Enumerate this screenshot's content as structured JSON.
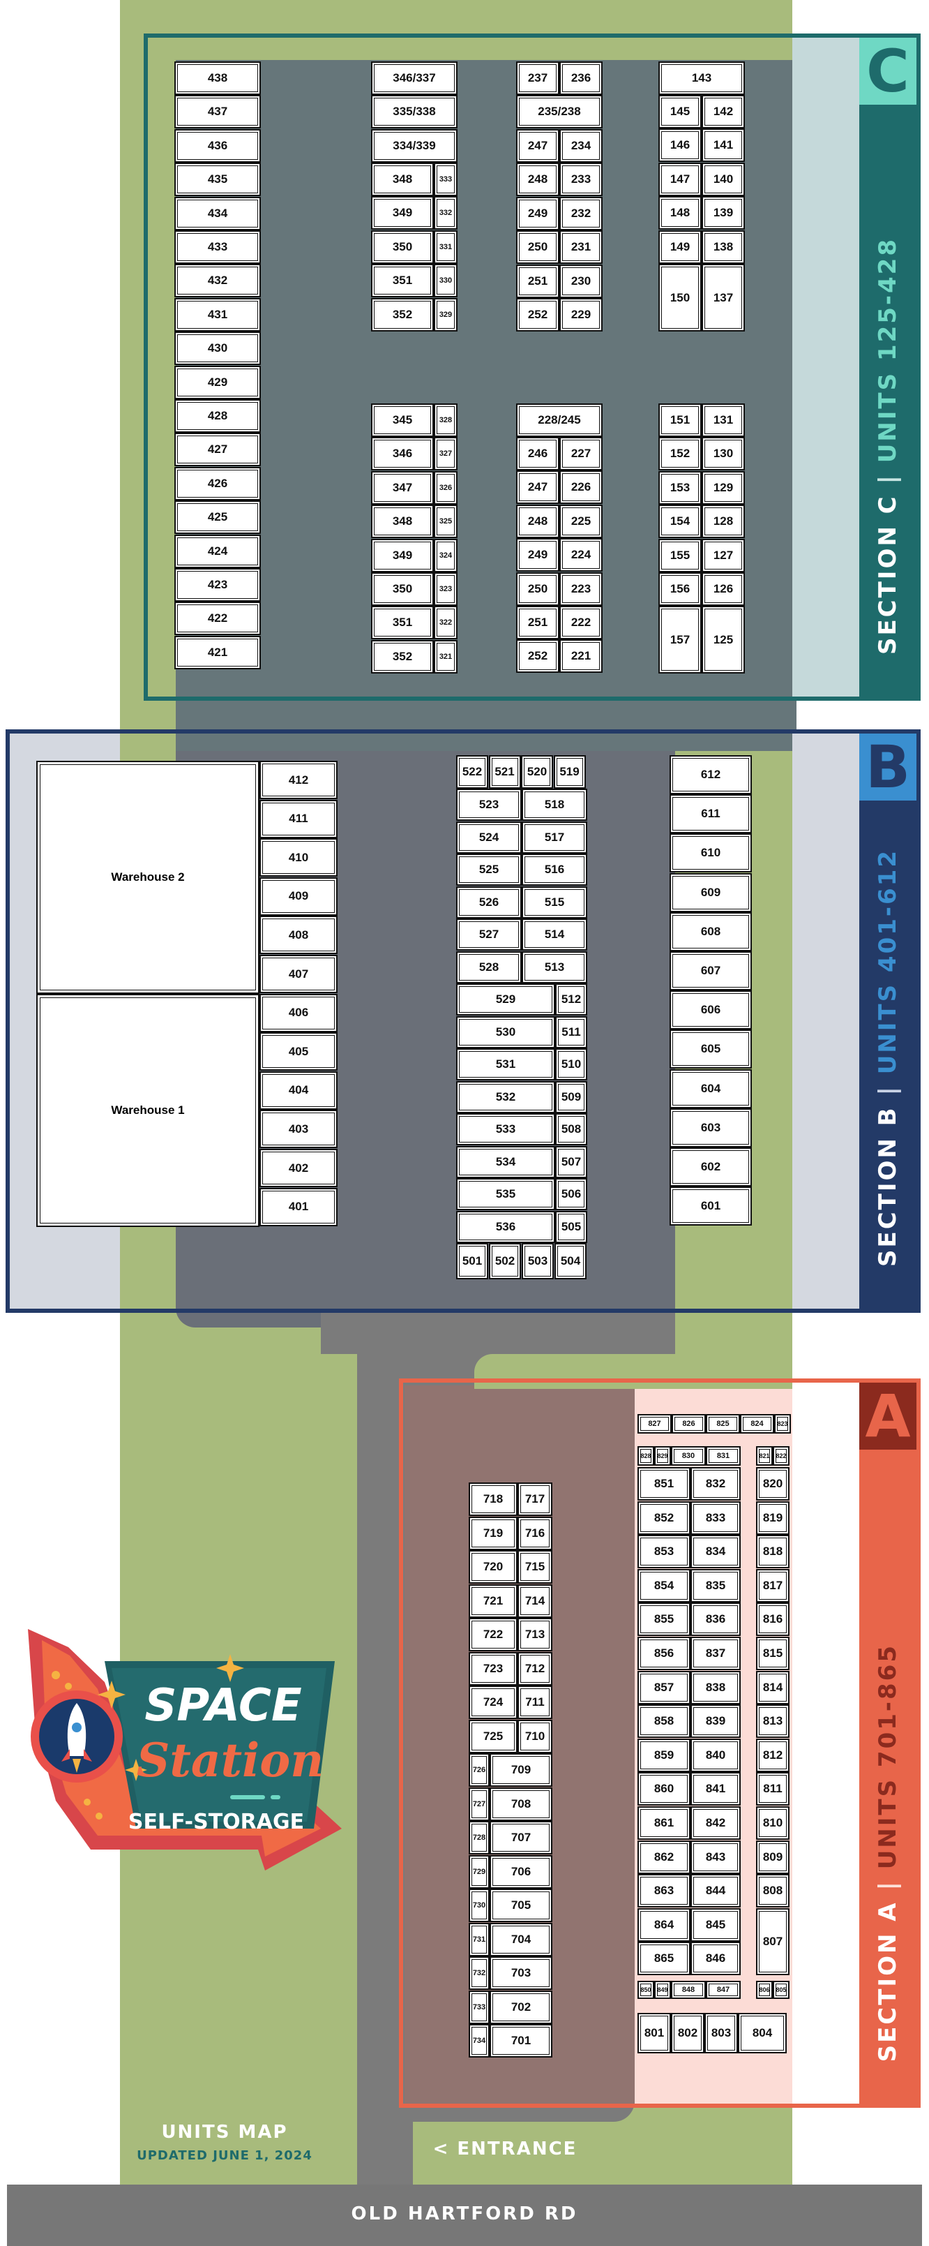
{
  "map": {
    "road_name": "OLD HARTFORD RD",
    "entrance_label": "< ENTRANCE",
    "title": "UNITS MAP",
    "updated": "UPDATED JUNE 1, 2024"
  },
  "logo": {
    "line1": "SPACE",
    "line2": "Station",
    "line3": "SELF-STORAGE"
  },
  "colors": {
    "grass": "#a8bb7c",
    "road": "#7b7b7b",
    "section_c": "#1e6b6b",
    "section_b": "#233a67",
    "section_a": "#e8654a"
  },
  "sections": {
    "c": {
      "letter": "C",
      "name": "SECTION C",
      "units": "UNITS 125-428"
    },
    "b": {
      "letter": "B",
      "name": "SECTION B",
      "units": "UNITS 401-612"
    },
    "a": {
      "letter": "A",
      "name": "SECTION A",
      "units": "UNITS 701-865"
    }
  },
  "warehouses": {
    "w2": "Warehouse 2",
    "w1": "Warehouse 1"
  },
  "units": {
    "c_col1": [
      "438",
      "437",
      "436",
      "435",
      "434",
      "433",
      "432",
      "431",
      "430",
      "429",
      "428",
      "427",
      "426",
      "425",
      "424",
      "423",
      "422",
      "421"
    ],
    "c_b2_top_wide": [
      "346/337",
      "335/338",
      "334/339"
    ],
    "c_b2_top_left": [
      "348",
      "349",
      "350",
      "351",
      "352"
    ],
    "c_b2_top_right": [
      "333",
      "332",
      "331",
      "330",
      "329"
    ],
    "c_b2_bot_left": [
      "345",
      "346",
      "347",
      "348",
      "349",
      "350",
      "351",
      "352"
    ],
    "c_b2_bot_right": [
      "328",
      "327",
      "326",
      "325",
      "324",
      "323",
      "322",
      "321"
    ],
    "c_b3_top_row1": [
      "237",
      "236"
    ],
    "c_b3_top_wide": [
      "235/238"
    ],
    "c_b3_top_left": [
      "247",
      "248",
      "249",
      "250",
      "251",
      "252"
    ],
    "c_b3_top_right": [
      "234",
      "233",
      "232",
      "231",
      "230",
      "229"
    ],
    "c_b3_bot_wide": [
      "228/245"
    ],
    "c_b3_bot_left": [
      "246",
      "247",
      "248",
      "249",
      "250",
      "251",
      "252"
    ],
    "c_b3_bot_right": [
      "227",
      "226",
      "225",
      "224",
      "223",
      "222",
      "221"
    ],
    "c_b4_top_wide": [
      "143"
    ],
    "c_b4_top_left": [
      "145",
      "146",
      "147",
      "148",
      "149",
      "150"
    ],
    "c_b4_top_right": [
      "142",
      "141",
      "140",
      "139",
      "138",
      "137"
    ],
    "c_b4_bot_left": [
      "151",
      "152",
      "153",
      "154",
      "155",
      "156",
      "157"
    ],
    "c_b4_bot_right": [
      "131",
      "130",
      "129",
      "128",
      "127",
      "126",
      "125"
    ],
    "b_col_400": [
      "412",
      "411",
      "410",
      "409",
      "408",
      "407",
      "406",
      "405",
      "404",
      "403",
      "402",
      "401"
    ],
    "b_top_row": [
      "522",
      "521",
      "520",
      "519"
    ],
    "b_mid_left": [
      "523",
      "524",
      "525",
      "526",
      "527",
      "528"
    ],
    "b_mid_right": [
      "518",
      "517",
      "516",
      "515",
      "514",
      "513"
    ],
    "b_low_left": [
      "529",
      "530",
      "531",
      "532",
      "533",
      "534",
      "535",
      "536"
    ],
    "b_low_right": [
      "512",
      "511",
      "510",
      "509",
      "508",
      "507",
      "506",
      "505"
    ],
    "b_bottom_row": [
      "501",
      "502",
      "503",
      "504"
    ],
    "b_col_600": [
      "612",
      "611",
      "610",
      "609",
      "608",
      "607",
      "606",
      "605",
      "604",
      "603",
      "602",
      "601"
    ],
    "a_700_top_left": [
      "718",
      "719",
      "720",
      "721",
      "722",
      "723",
      "724",
      "725"
    ],
    "a_700_top_right": [
      "717",
      "716",
      "715",
      "714",
      "713",
      "712",
      "711",
      "710"
    ],
    "a_700_bot_left": [
      "726",
      "727",
      "728",
      "729",
      "730",
      "731",
      "732",
      "733",
      "734"
    ],
    "a_700_bot_right": [
      "709",
      "708",
      "707",
      "706",
      "705",
      "704",
      "703",
      "702",
      "701"
    ],
    "a_top_row": [
      "827",
      "826",
      "825",
      "824",
      "823"
    ],
    "a_row2": [
      "828",
      "829",
      "830",
      "831"
    ],
    "a_row2_right": [
      "821",
      "822"
    ],
    "a_800_left": [
      "851",
      "852",
      "853",
      "854",
      "855",
      "856",
      "857",
      "858",
      "859",
      "860",
      "861",
      "862",
      "863",
      "864",
      "865"
    ],
    "a_800_mid": [
      "832",
      "833",
      "834",
      "835",
      "836",
      "837",
      "838",
      "839",
      "840",
      "841",
      "842",
      "843",
      "844",
      "845",
      "846"
    ],
    "a_800_right": [
      "820",
      "819",
      "818",
      "817",
      "816",
      "815",
      "814",
      "813",
      "812",
      "811",
      "810",
      "809",
      "808",
      "807"
    ],
    "a_small_row": [
      "850",
      "849",
      "848",
      "847"
    ],
    "a_small_row_right": [
      "806",
      "805"
    ],
    "a_bottom_row": [
      "801",
      "802",
      "803",
      "804"
    ]
  }
}
